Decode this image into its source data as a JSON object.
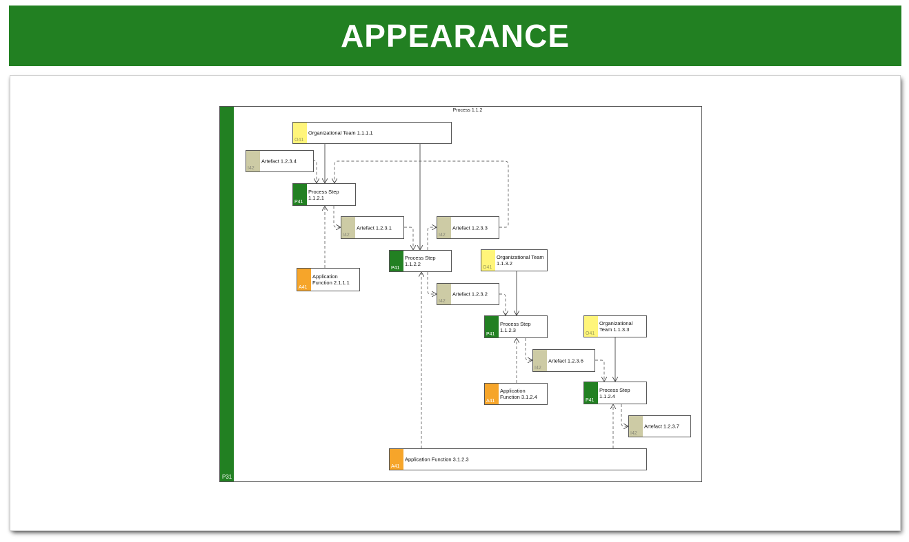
{
  "banner": {
    "title": "APPEARANCE",
    "color": "#228022"
  },
  "colors": {
    "process": "#228022",
    "team": "#fff57a",
    "artefact": "#cdcba5",
    "function": "#f6a52a",
    "process_code": "#ffffff",
    "team_code": "#9a9a5a",
    "artefact_code": "#8a8a7a",
    "function_code": "#ffffff"
  },
  "diagram": {
    "container": {
      "title": "Process 1.1.2",
      "code": "P31"
    },
    "elements": [
      {
        "id": "team111",
        "type": "team",
        "code": "O41",
        "label": "Organizational Team 1.1.1.1"
      },
      {
        "id": "art1234",
        "type": "artefact",
        "code": "I42",
        "label": "Artefact 1.2.3.4"
      },
      {
        "id": "step1121",
        "type": "process",
        "code": "P41",
        "label": "Process Step 1.1.2.1"
      },
      {
        "id": "art1231",
        "type": "artefact",
        "code": "I42",
        "label": "Artefact 1.2.3.1"
      },
      {
        "id": "art1233",
        "type": "artefact",
        "code": "I42",
        "label": "Artefact 1.2.3.3"
      },
      {
        "id": "func2111",
        "type": "function",
        "code": "A41",
        "label": "Application Function 2.1.1.1"
      },
      {
        "id": "step1122",
        "type": "process",
        "code": "P41",
        "label": "Process Step 1.1.2.2"
      },
      {
        "id": "team1132",
        "type": "team",
        "code": "O41",
        "label": "Organizational Team 1.1.3.2"
      },
      {
        "id": "art1232",
        "type": "artefact",
        "code": "I42",
        "label": "Artefact 1.2.3.2"
      },
      {
        "id": "step1123",
        "type": "process",
        "code": "P41",
        "label": "Process Step 1.1.2.3"
      },
      {
        "id": "team1133",
        "type": "team",
        "code": "O41",
        "label": "Organizational Team 1.1.3.3"
      },
      {
        "id": "art1236",
        "type": "artefact",
        "code": "I42",
        "label": "Artefact 1.2.3.6"
      },
      {
        "id": "func3124",
        "type": "function",
        "code": "A41",
        "label": "Application Function 3.1.2.4"
      },
      {
        "id": "step1124",
        "type": "process",
        "code": "P41",
        "label": "Process Step 1.1.2.4"
      },
      {
        "id": "art1237",
        "type": "artefact",
        "code": "I42",
        "label": "Artefact 1.2.3.7"
      },
      {
        "id": "func3123",
        "type": "function",
        "code": "A41",
        "label": "Application Function 3.1.2.3"
      }
    ]
  }
}
